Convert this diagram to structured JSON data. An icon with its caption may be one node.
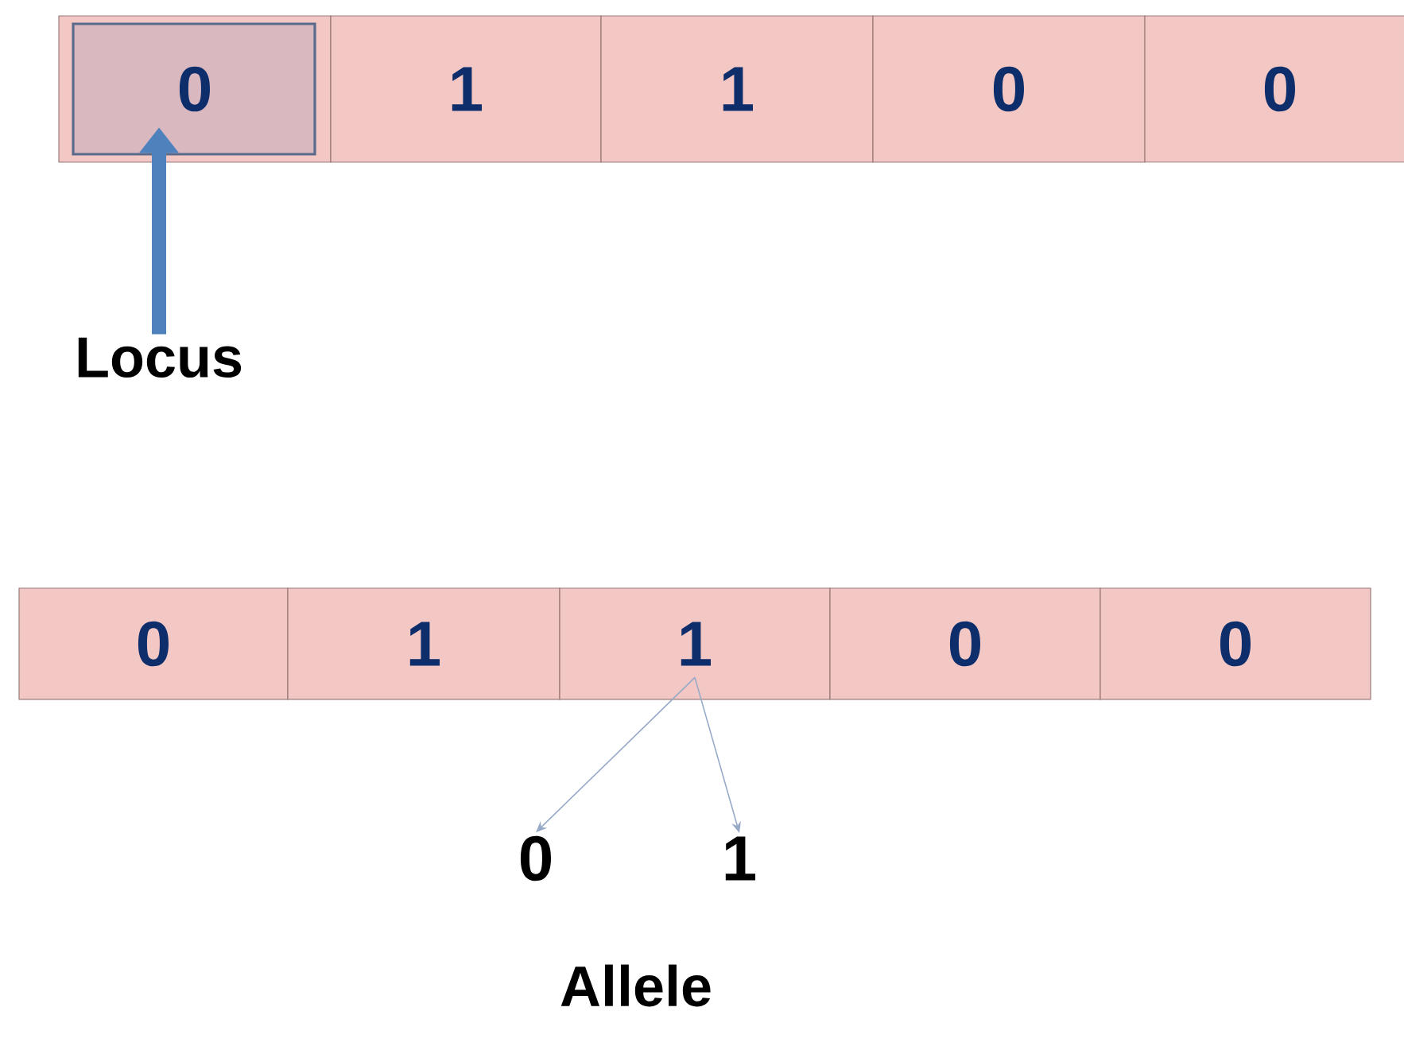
{
  "diagram": {
    "nodes": [
      {
        "text": [
          "0"
        ]
      },
      {
        "text": [
          "1"
        ]
      },
      {
        "text": [
          "1"
        ]
      },
      {
        "text": [
          "0"
        ]
      },
      {
        "text": [
          "0"
        ]
      },
      {
        "text": [
          "Locus"
        ]
      },
      {
        "text": [
          "0"
        ]
      },
      {
        "text": [
          "1"
        ]
      },
      {
        "text": [
          "1"
        ]
      },
      {
        "text": [
          "0"
        ]
      },
      {
        "text": [
          "0"
        ]
      },
      {
        "text": [
          "0"
        ]
      },
      {
        "text": [
          "1"
        ]
      }
    ],
    "edges": [
      {
        "from": 5,
        "to": 0,
        "arrow": "to",
        "style": "thick",
        "color": "#4f81bd"
      },
      {
        "from": 8,
        "to": 11,
        "arrow": "to"
      },
      {
        "from": 8,
        "to": 12,
        "arrow": "to"
      }
    ],
    "labels": [
      "Allele"
    ]
  }
}
